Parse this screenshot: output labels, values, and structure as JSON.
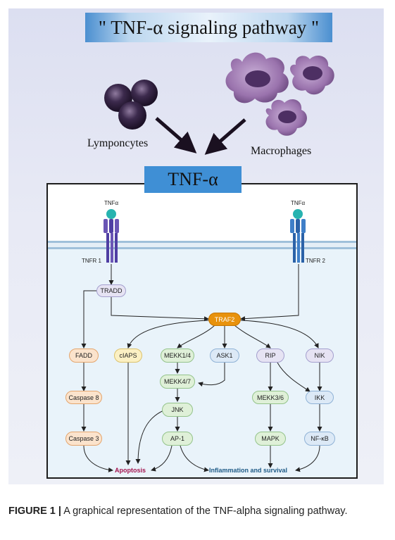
{
  "title": "\" TNF-α  signaling pathway \"",
  "source_cells": {
    "lymphocytes": "Lymponcytes",
    "macrophages": "Macrophages"
  },
  "cytokine": "TNF-α",
  "receptors": {
    "ligand_label": "TNFα",
    "tnfr1": "TNFR 1",
    "tnfr2": "TNFR 2"
  },
  "nodes": {
    "tradd": "TRADD",
    "traf2": "TRAF2",
    "fadd": "FADD",
    "ciaps": "cIAPS",
    "mekk14": "MEKK1/4",
    "ask1": "ASK1",
    "rip": "RIP",
    "nik": "NIK",
    "mekk47": "MEKK4/7",
    "mekk36": "MEKK3/6",
    "ikk": "IKK",
    "caspase8": "Caspase 8",
    "jnk": "JNK",
    "caspase3": "Caspase 3",
    "ap1": "AP-1",
    "mapk": "MAPK",
    "nfkb": "NF-κB"
  },
  "outcomes": {
    "apoptosis": "Apoptosis",
    "inflammation": "Inflammation and survival"
  },
  "colors": {
    "apoptosis": "#a3144f",
    "inflammation": "#1d5a86",
    "traf2": "#e8920c",
    "tnf_box": "#3f8fd5"
  },
  "caption": {
    "label": "FIGURE 1 |",
    "text": " A graphical representation of the TNF-alpha signaling pathway."
  }
}
